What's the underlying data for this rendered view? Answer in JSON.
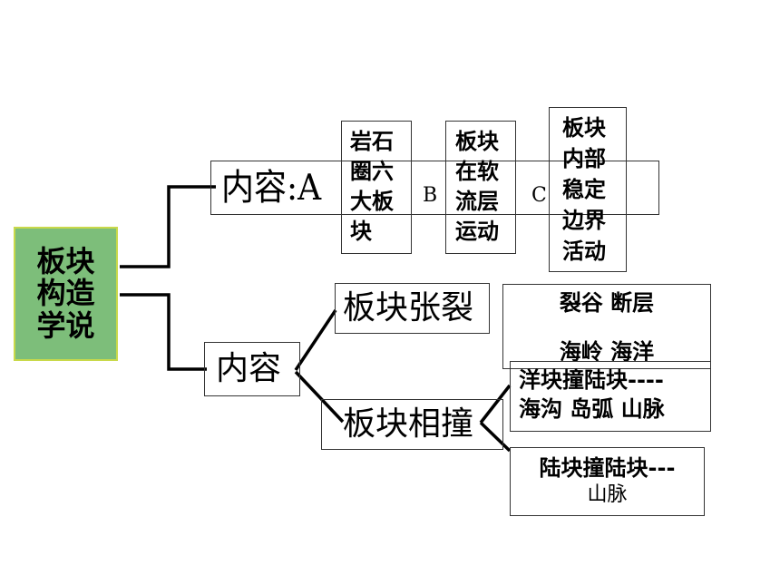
{
  "root": {
    "lines": [
      "板块",
      "构造",
      "学说"
    ]
  },
  "branch_top": {
    "label": "内容:A",
    "item_a": [
      "岩石",
      "圈六",
      "大板",
      "块"
    ],
    "letter_b": "B",
    "item_b": [
      "板块",
      "在软",
      "流层",
      "运动"
    ],
    "letter_c": "C",
    "item_c": [
      "板块",
      "内部",
      "稳定",
      "边界",
      "活动"
    ]
  },
  "branch_bottom": {
    "label": "内容",
    "rift": {
      "label": "板块张裂",
      "result_line1": "裂谷  断层",
      "result_line2": "海岭  海洋"
    },
    "collision": {
      "label": "板块相撞",
      "ocean_continent": {
        "line1": "洋块撞陆块----",
        "line2": "海沟  岛弧  山脉"
      },
      "continent_continent": {
        "line1": "陆块撞陆块---",
        "line2": "山脉"
      }
    }
  }
}
